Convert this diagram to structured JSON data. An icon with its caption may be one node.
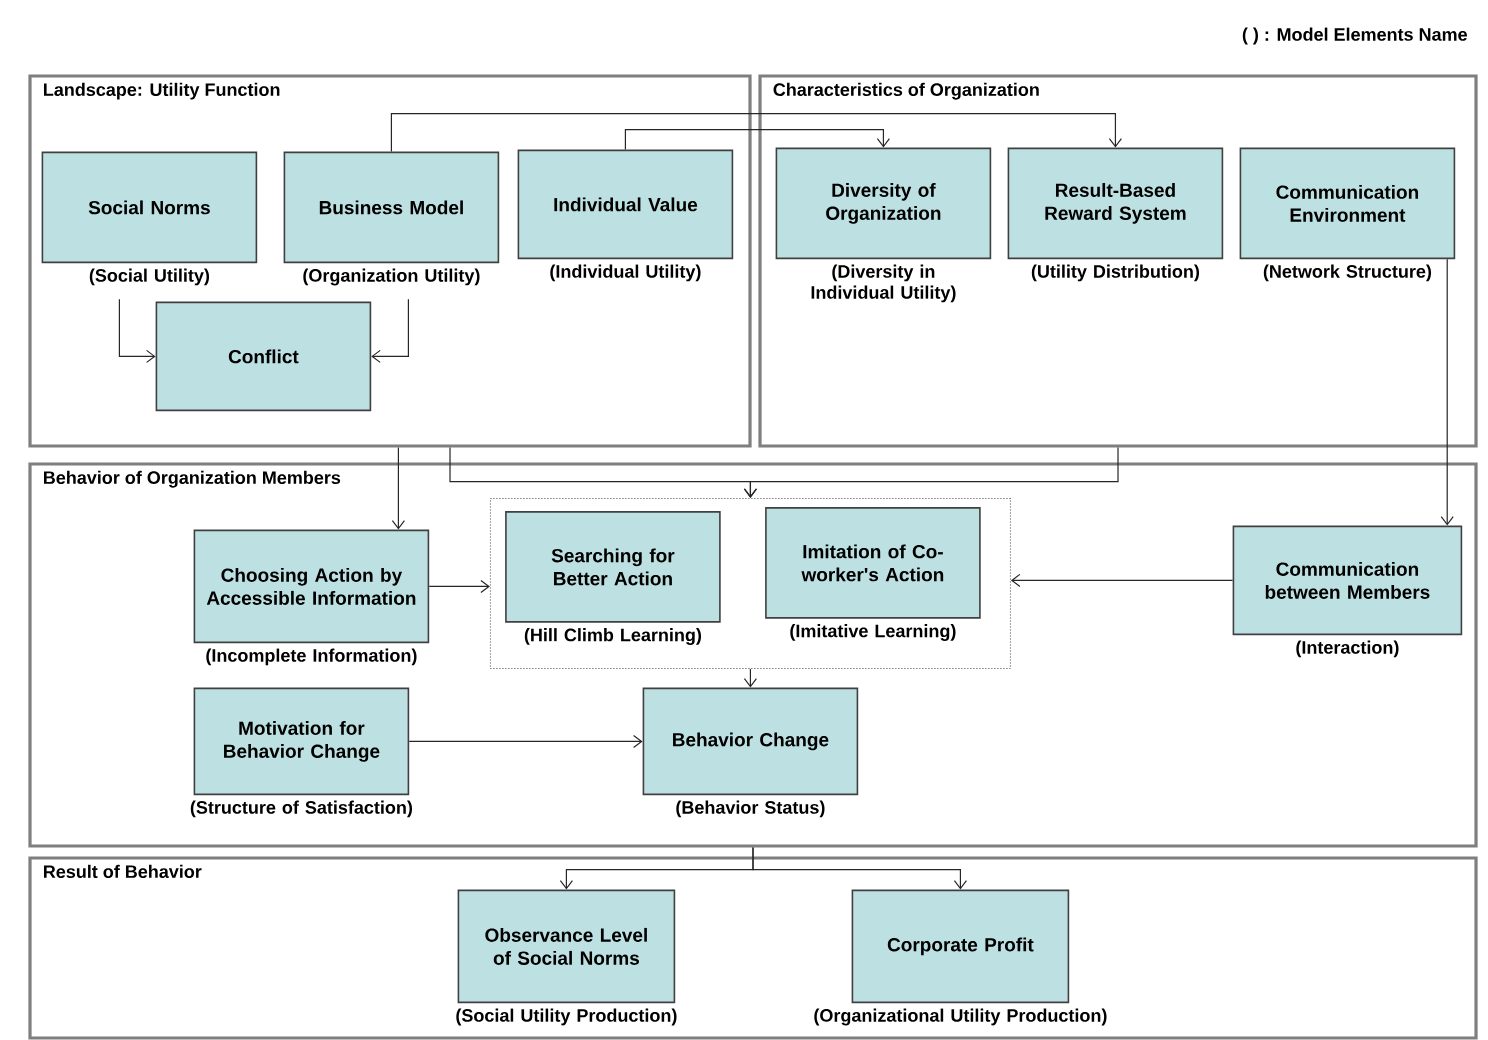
{
  "diagram": {
    "nodes": [
      {
        "text": [
          "Landscape: Utility Function"
        ]
      },
      {
        "text": [
          "Social Norms"
        ],
        "beside": [
          "(Social Utility)"
        ],
        "in": 0
      },
      {
        "text": [
          "Business Model"
        ],
        "beside": [
          "(Organization Utility)"
        ],
        "in": 0
      },
      {
        "text": [
          "Individual Value"
        ],
        "beside": [
          "(Individual Utility)"
        ],
        "in": 0
      },
      {
        "text": [
          "Conflict"
        ],
        "in": 0
      },
      {
        "text": [
          "Characteristics of Organization"
        ]
      },
      {
        "text": [
          "Diversity of Organization"
        ],
        "beside": [
          "(Diversity in Individual Utility)"
        ],
        "in": 5
      },
      {
        "text": [
          "Result-Based Reward System"
        ],
        "beside": [
          "(Utility Distribution)"
        ],
        "in": 5
      },
      {
        "text": [
          "Communication Environment"
        ],
        "beside": [
          "(Network Structure)"
        ],
        "in": 5
      },
      {
        "text": [
          "Behavior of Organization Members"
        ]
      },
      {
        "text": [
          "Choosing Action by Accessible Information"
        ],
        "beside": [
          "(Incomplete Information)"
        ],
        "in": 9
      },
      {
        "text": [],
        "shape": "box",
        "in": 9
      },
      {
        "text": [
          "Searching for Better Action"
        ],
        "beside": [
          "(Hill Climb Learning)"
        ],
        "in": 11
      },
      {
        "text": [
          "Imitation of Co-worker's Action"
        ],
        "beside": [
          "(Imitative Learning)"
        ],
        "in": 11
      },
      {
        "text": [
          "Communication between Members"
        ],
        "beside": [
          "(Interaction)"
        ],
        "in": 9
      },
      {
        "text": [
          "Motivation for Behavior Change"
        ],
        "beside": [
          "(Structure of Satisfaction)"
        ],
        "in": 9
      },
      {
        "text": [
          "Behavior Change"
        ],
        "beside": [
          "(Behavior Status)"
        ],
        "in": 9
      },
      {
        "text": [
          "Result of Behavior"
        ]
      },
      {
        "text": [
          "Observance Level of Social Norms"
        ],
        "beside": [
          "(Social Utility Production)"
        ],
        "in": 17
      },
      {
        "text": [
          "Corporate Profit"
        ],
        "beside": [
          "(Organizational Utility Production)"
        ],
        "in": 17
      }
    ],
    "edges": [
      {
        "from": 1,
        "to": 4,
        "arrow": "to"
      },
      {
        "from": 2,
        "to": 4,
        "arrow": "to"
      },
      {
        "from": 2,
        "to": 7,
        "arrow": "to"
      },
      {
        "from": 3,
        "to": 6,
        "arrow": "to"
      },
      {
        "from": 0,
        "to": 10,
        "arrow": "to"
      },
      {
        "from": 0,
        "to": 11,
        "arrow": "to"
      },
      {
        "from": 5,
        "to": 11,
        "arrow": "to"
      },
      {
        "from": 8,
        "to": 14,
        "arrow": "to"
      },
      {
        "from": 10,
        "to": 11,
        "arrow": "to"
      },
      {
        "from": 14,
        "to": 11,
        "arrow": "to"
      },
      {
        "from": 11,
        "to": 16,
        "arrow": "to"
      },
      {
        "from": 15,
        "to": 16,
        "arrow": "to"
      },
      {
        "from": 9,
        "to": 18,
        "arrow": "to"
      },
      {
        "from": 9,
        "to": 19,
        "arrow": "to"
      }
    ],
    "labels": [
      "( ) : Model Elements Name"
    ]
  }
}
